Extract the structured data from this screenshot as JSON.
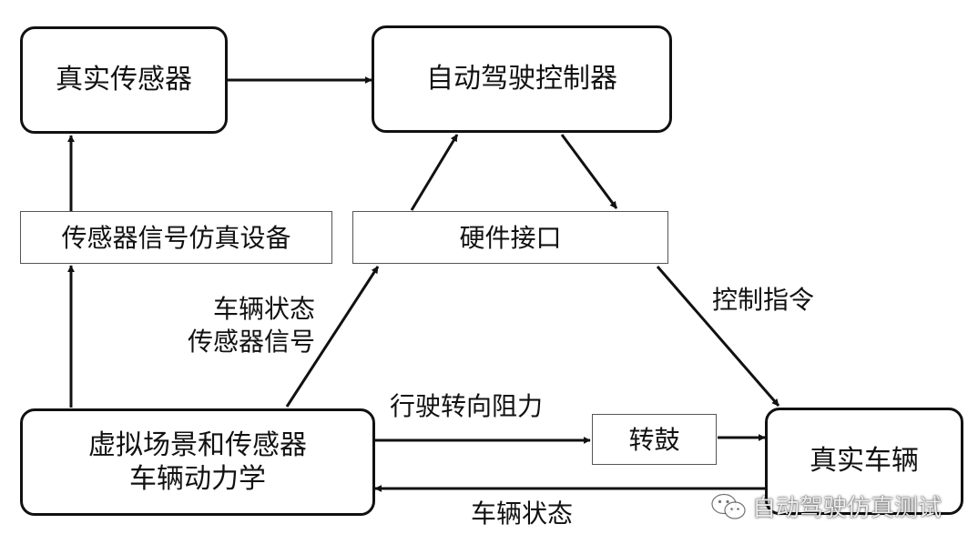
{
  "nodes": {
    "real_sensor": "真实传感器",
    "ad_controller": "自动驾驶控制器",
    "sensor_signal_sim": "传感器信号仿真设备",
    "hardware_interface": "硬件接口",
    "virtual_scene": "虚拟场景和传感器\n车辆动力学",
    "drum": "转鼓",
    "real_vehicle": "真实车辆"
  },
  "labels": {
    "vehicle_state_sensor_signal": "车辆状态\n传感器信号",
    "control_command": "控制指令",
    "steering_resistance": "行驶转向阻力",
    "vehicle_state": "车辆状态"
  },
  "watermark": {
    "text": "自动驾驶仿真测试",
    "icon": "wechat-icon"
  }
}
